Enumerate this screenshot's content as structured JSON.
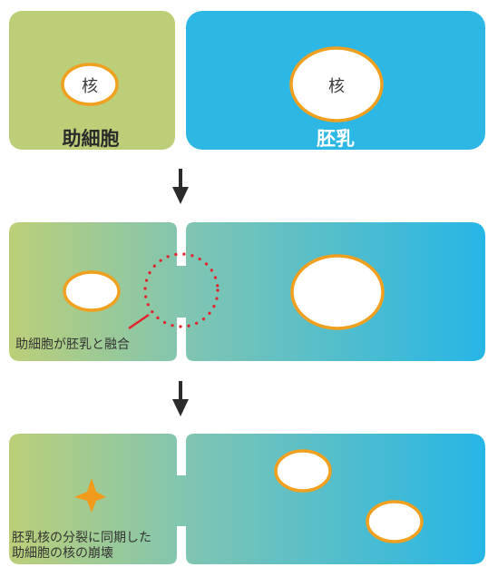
{
  "colors": {
    "synergid": "#bccf78",
    "endosperm": "#2cb7e4",
    "nucleus_border": "#f0a01e",
    "nucleus_fill": "#ffffff",
    "arrow": "#2b2b2b",
    "fusion_ring": "#e3222b",
    "pointer_line": "#e3222b",
    "collapsed_nucleus": "#f29a1a"
  },
  "stage1": {
    "synergid_label": "助細胞",
    "endosperm_label": "胚乳",
    "synergid_nucleus_label": "核",
    "endosperm_nucleus_label": "核"
  },
  "stage2": {
    "caption": "助細胞が胚乳と融合"
  },
  "stage3": {
    "caption_line1": "胚乳核の分裂に同期した",
    "caption_line2": "助細胞の核の崩壊"
  },
  "icons": {
    "arrow1": "down-arrow-icon",
    "arrow2": "down-arrow-icon",
    "collapsed_nucleus": "four-point-star-icon"
  }
}
